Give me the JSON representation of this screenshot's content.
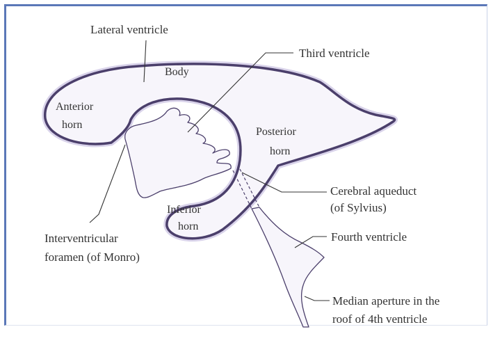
{
  "labels": {
    "lateral_ventricle": "Lateral ventricle",
    "body": "Body",
    "third_ventricle": "Third ventricle",
    "anterior": "Anterior",
    "horn_anterior": "horn",
    "posterior": "Posterior",
    "horn_posterior": "horn",
    "inferior": "Inferior",
    "horn_inferior": "horn",
    "cerebral_aqueduct_1": "Cerebral aqueduct",
    "cerebral_aqueduct_2": "(of Sylvius)",
    "interventricular_1": "Interventricular",
    "interventricular_2": "foramen (of Monro)",
    "fourth_ventricle": "Fourth ventricle",
    "median_aperture_1": "Median aperture in the",
    "median_aperture_2": "roof of 4th ventricle"
  },
  "colors": {
    "outline": "#4b3f6b",
    "fill": "#f7f5fb",
    "halo": "#b9aed9",
    "text": "#333333",
    "frame": "#5b78b8"
  }
}
